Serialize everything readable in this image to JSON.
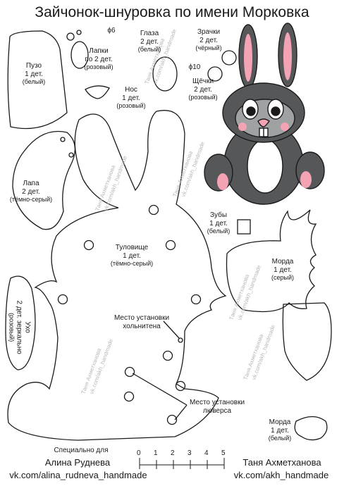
{
  "title": "Зайчонок-шнуровка по имени Морковка",
  "pieces": {
    "puzo": {
      "name": "Пузо",
      "count": "1 дет.",
      "color": "(белый)"
    },
    "lapki": {
      "name": "Лапки",
      "count": "по 2 дет.",
      "color": "(розовый)"
    },
    "glaza": {
      "name": "Глаза",
      "count": "2 дет.",
      "color": "(белый)"
    },
    "zrachki": {
      "name": "Зрачки",
      "count": "2 дет.",
      "color": "(чёрный)"
    },
    "nos": {
      "name": "Нос",
      "count": "1 дет.",
      "color": "(розовый)"
    },
    "shchyochki": {
      "name": "Щёчки",
      "count": "2 дет.",
      "color": "(розовый)"
    },
    "lapa": {
      "name": "Лапа",
      "count": "2 дет.",
      "color": "(тёмно-серый)"
    },
    "tulovishche": {
      "name": "Туловище",
      "count": "1 дет.",
      "color": "(тёмно-серый)"
    },
    "zuby": {
      "name": "Зубы",
      "count": "1 дет.",
      "color": "(белый)"
    },
    "morda_big": {
      "name": "Морда",
      "count": "1 дет.",
      "color": "(серый)"
    },
    "ukho": {
      "name": "Ухо",
      "count": "2 дет. зеркально",
      "color": "(розовый)"
    },
    "morda_small": {
      "name": "Морда",
      "count": "1 дет.",
      "color": "(белый)"
    }
  },
  "dims": {
    "lapki": "ϕ6",
    "shchyochki": "ϕ10"
  },
  "callouts": {
    "holnitena": "Место установки хольнитена",
    "lyuversa": "Место установки люверса"
  },
  "credits": {
    "left_line1": "Специально для",
    "left_line2": "Алина Руднева",
    "left_link": "vk.com/alina_rudneva_handmade",
    "right_line1": "Таня Ахметханова",
    "right_link": "vk.com/akh_handmade"
  },
  "ruler": {
    "labels": [
      "0",
      "1",
      "2",
      "3",
      "4",
      "5"
    ]
  },
  "watermarks": [
    "Таня Ахметханова",
    "vk.com/akh_handmade"
  ],
  "colors": {
    "outline": "#1a1a1a",
    "dark_gray": "#555759",
    "light_gray": "#9fa1a3",
    "pink": "#f4a3b4",
    "white": "#ffffff",
    "watermark": "#b9b9b9"
  },
  "icons": [
    "bunny-illustration",
    "hole-marker"
  ]
}
